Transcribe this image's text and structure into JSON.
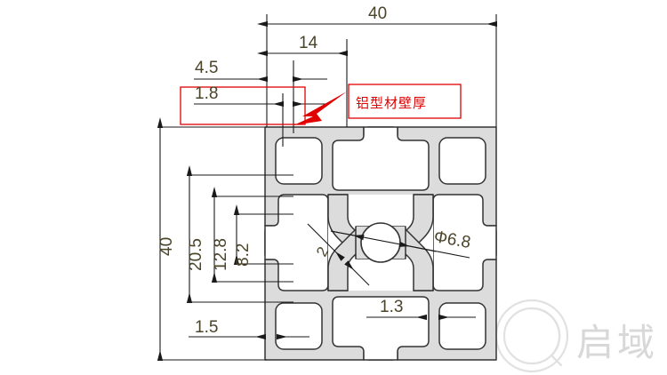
{
  "drawing": {
    "title": "4040 aluminium extrusion cross-section",
    "profile_fill": "#dcdcdc",
    "line_color": "#1a1a1a",
    "dim_text_color": "#4a4428",
    "annotation_color": "#e00000",
    "watermark_color": "#d8d8d8"
  },
  "dimensions": {
    "width_overall": "40",
    "width_14": "14",
    "width_4_5": "4.5",
    "width_1_8": "1.8",
    "height_overall": "40",
    "height_20_5": "20.5",
    "height_12_8": "12.8",
    "height_8_2": "8.2",
    "width_1_5": "1.5",
    "rib_1_3": "1.3",
    "rib_2": "2",
    "bore": "Φ6.8"
  },
  "annotation": {
    "label": "铝型材壁厚"
  },
  "watermark": {
    "text": "启域",
    "logo": "q-logo-icon"
  }
}
